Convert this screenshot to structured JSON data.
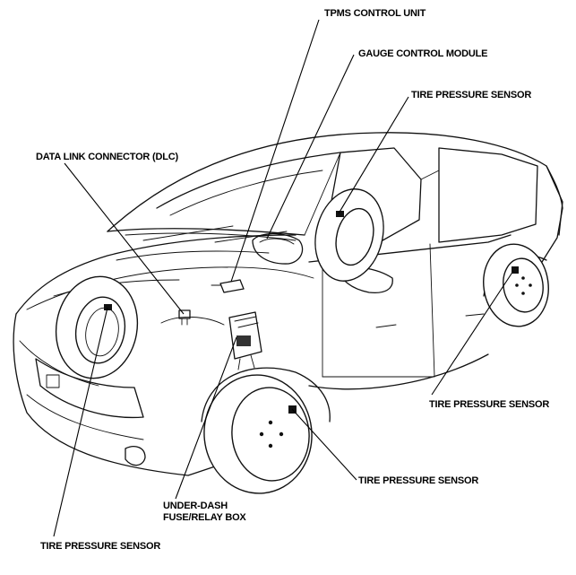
{
  "labels": {
    "tpms_control_unit": "TPMS CONTROL UNIT",
    "gauge_control_module": "GAUGE CONTROL MODULE",
    "tire_pressure_sensor_top": "TIRE PRESSURE SENSOR",
    "data_link_connector": "DATA LINK CONNECTOR (DLC)",
    "tire_pressure_sensor_right": "TIRE PRESSURE SENSOR",
    "tire_pressure_sensor_front_right": "TIRE PRESSURE SENSOR",
    "under_dash_line1": "UNDER-DASH",
    "under_dash_line2": "FUSE/RELAY BOX",
    "tire_pressure_sensor_bottom": "TIRE PRESSURE SENSOR"
  }
}
